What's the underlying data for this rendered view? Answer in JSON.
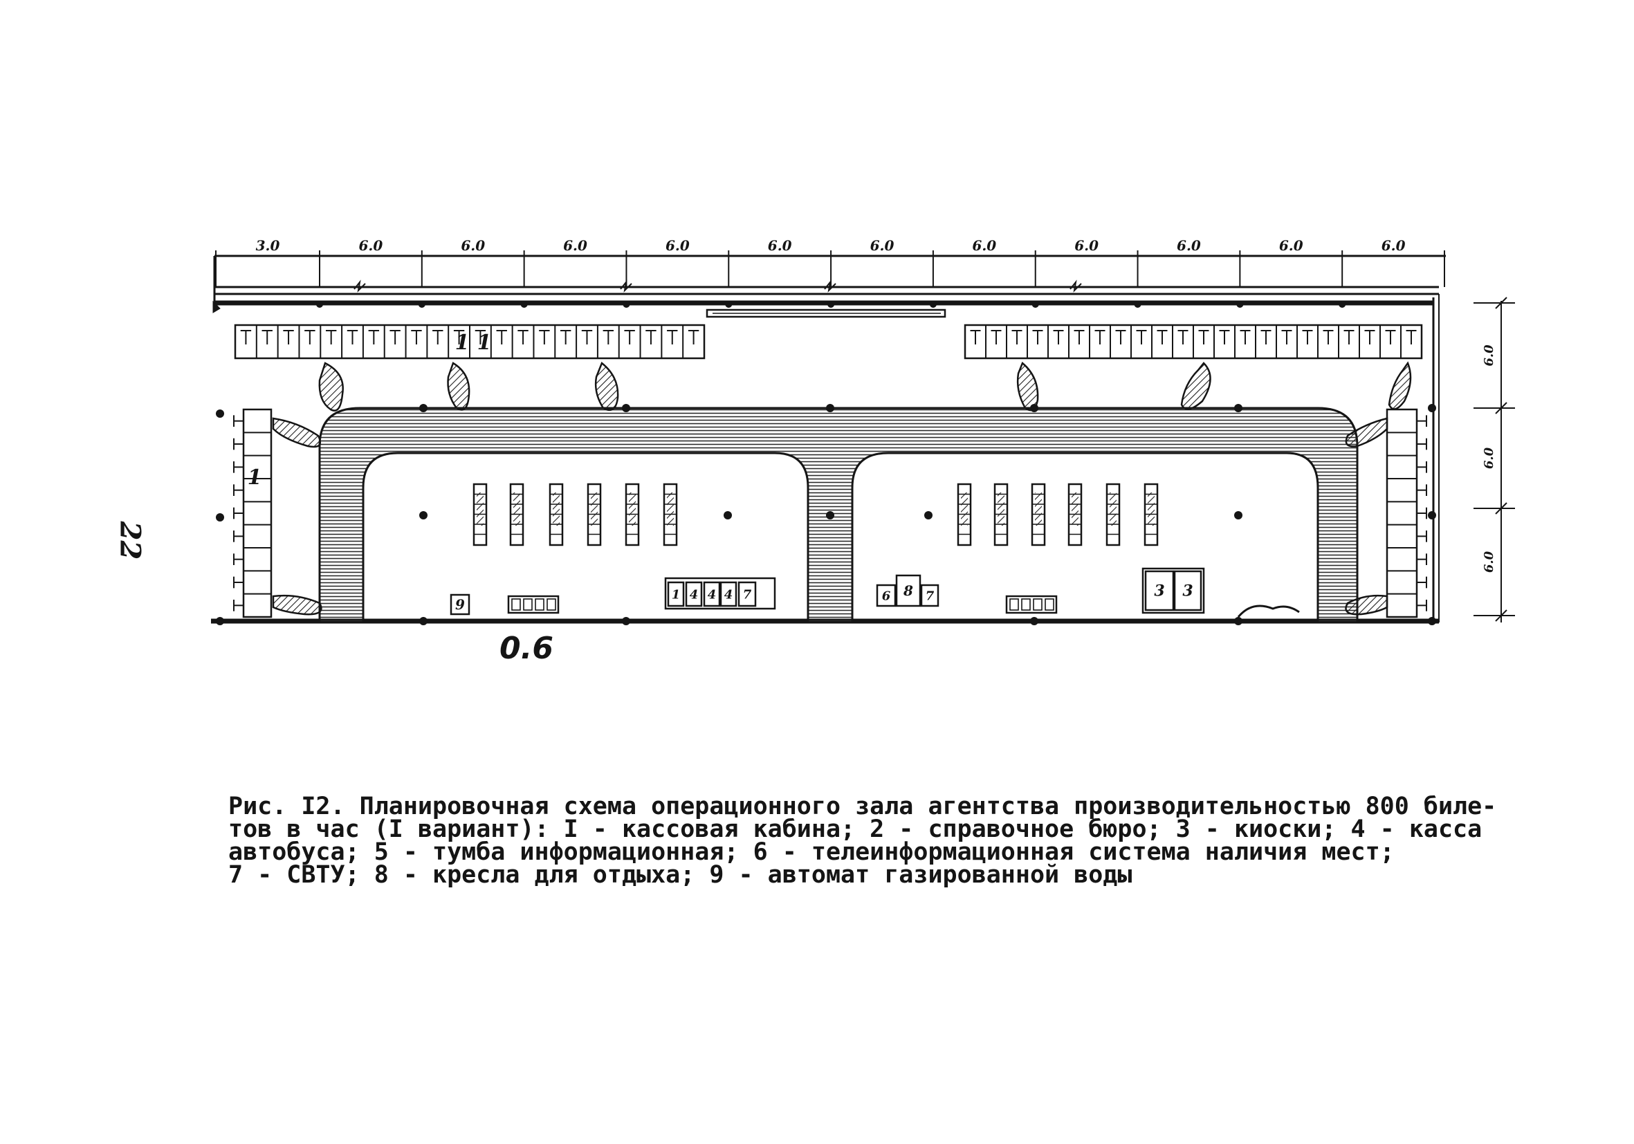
{
  "page_number": "22",
  "figure_label": "0.6",
  "caption": {
    "lines": [
      "Рис. I2. Планировочная схема операционного зала агентства производительностью 800 биле-",
      "тов в час (I вариант): I - кассовая кабина; 2 - справочное бюро; 3 - киоски; 4 - касса",
      "автобуса; 5 - тумба информационная; 6 - телеинформационная система наличия мест;",
      "7 - СВТУ; 8 - кресла для отдыха; 9 - автомат газированной воды"
    ]
  },
  "plan": {
    "top_dimensions": [
      "3.0",
      "6.0",
      "6.0",
      "6.0",
      "6.0",
      "6.0",
      "6.0",
      "6.0",
      "6.0",
      "6.0",
      "6.0",
      "6.0"
    ],
    "side_dimensions": [
      "6.0",
      "6.0",
      "6.0"
    ],
    "cabin_marks": [
      "1",
      "1",
      "1"
    ],
    "equipment_marks": {
      "left": [
        "9",
        "1",
        "4",
        "4",
        "4",
        "7"
      ],
      "right": [
        "6",
        "8",
        "7",
        "3",
        "3"
      ]
    }
  },
  "colors": {
    "ink": "#151515",
    "hatch": "#3a3a3a",
    "paper": "#ffffff"
  }
}
